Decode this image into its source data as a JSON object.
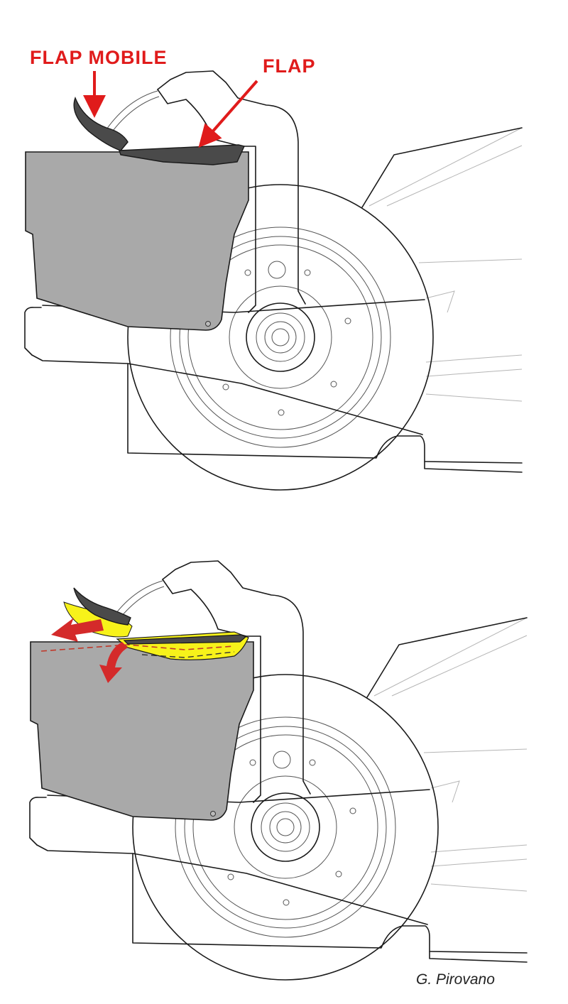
{
  "labels": {
    "flap_mobile": "FLAP MOBILE",
    "flap": "FLAP",
    "credit": "G. Pirovano"
  },
  "colors": {
    "label_red": "#e01b1b",
    "arrow_red": "#d42a2a",
    "endplate_grey": "#a9a9a9",
    "flap_dark": "#4a4a4a",
    "airflow_yellow": "#f7f21a",
    "outline": "#1a1a1a"
  }
}
